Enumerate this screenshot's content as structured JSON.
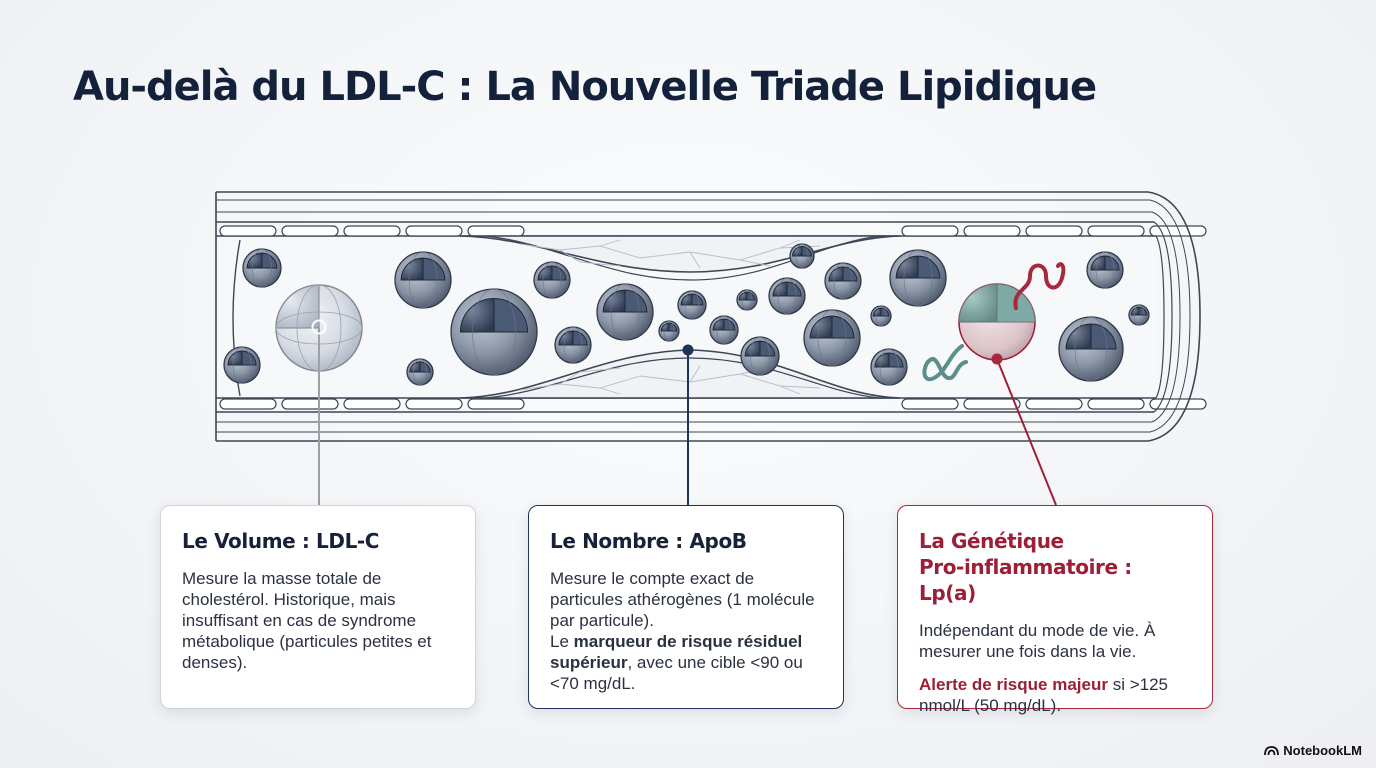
{
  "title": "Au-delà du LDL-C : La Nouvelle Triade Lipidique",
  "cards": [
    {
      "title": "Le Volume : LDL-C",
      "text": "Mesure la masse totale de cholestérol. Historique, mais insuffisant en cas de syndrome métabolique (particules petites et denses)."
    },
    {
      "title": "Le Nombre : ApoB",
      "text1": "Mesure le compte exact de particules athérogènes (1 molécule par particule).",
      "text2_pre": "Le ",
      "text2_bold": "marqueur de risque résiduel supérieur",
      "text2_post": ", avec une cible <90 ou <70 mg/dL."
    },
    {
      "title_line1": "La Génétique",
      "title_line2": "Pro-inflammatoire : Lp(a)",
      "text1": "Indépendant du mode de vie. À mesurer une fois dans la vie.",
      "text2_bold": "Alerte de risque majeur",
      "text2_post": " si >125 nmol/L (50 mg/dL)."
    }
  ],
  "brand": "NotebookLM",
  "colors": {
    "navy": "#14213a",
    "accent_red": "#9d1f37",
    "particle_dark": "#3c4a63",
    "connector_gray": "#9aa1ab"
  },
  "icons": [
    "ldl-particle-icon",
    "lpa-particle-icon",
    "apo-a-strand-icon",
    "notebooklm-logo-icon"
  ]
}
